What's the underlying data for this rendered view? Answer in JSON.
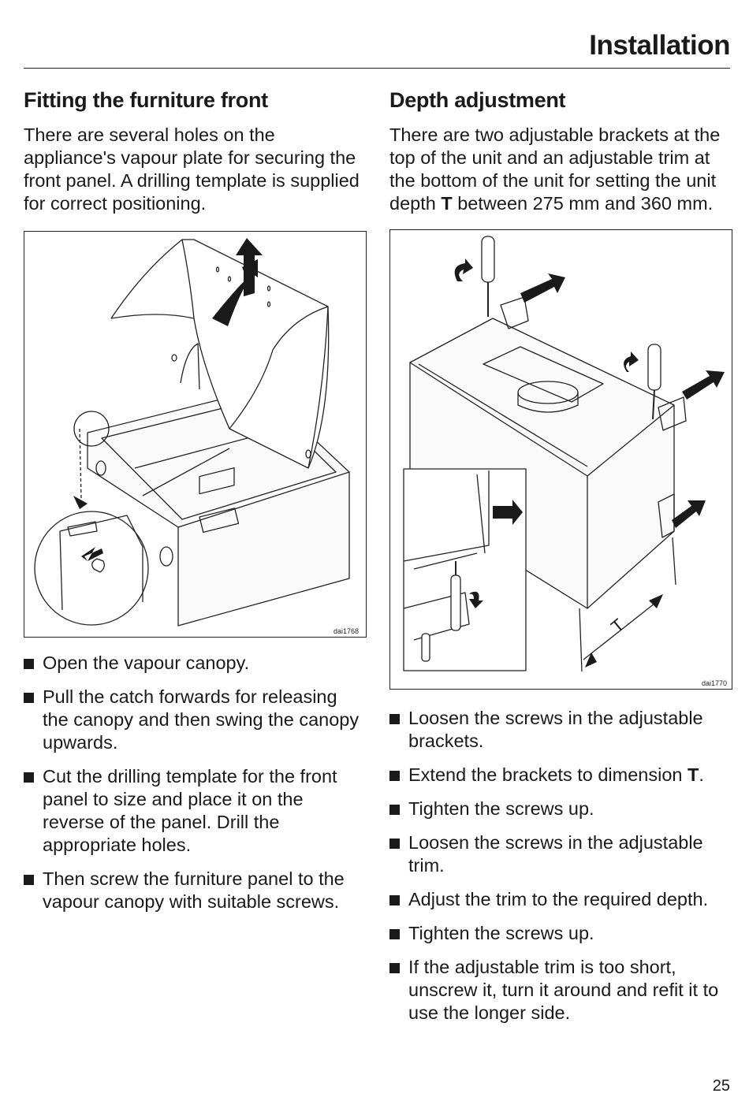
{
  "header": {
    "title": "Installation"
  },
  "left": {
    "heading": "Fitting the furniture front",
    "intro": "There are several holes on the appliance's vapour plate for securing the front panel. A drilling template is supplied for correct positioning.",
    "figure_code": "dai1768",
    "steps": [
      "Open the vapour canopy.",
      "Pull the catch forwards for releasing the canopy and then swing the canopy upwards.",
      "Cut the drilling template for the front panel to size and place it on the reverse of the panel. Drill the appropriate holes.",
      "Then screw the furniture panel to the vapour canopy with suitable screws."
    ]
  },
  "right": {
    "heading": "Depth adjustment",
    "intro_part1": "There are two adjustable brackets at the top of the unit and an adjustable trim at the bottom of the unit for setting the unit depth ",
    "intro_bold": "T",
    "intro_part2": " between 275 mm and 360 mm.",
    "figure_code": "dai1770",
    "dimension_label": "T",
    "steps": [
      "Loosen the screws in the adjustable brackets.",
      "Tighten the screws up.",
      "Loosen the screws in the adjustable trim.",
      "Adjust the trim to the required depth.",
      "Tighten the screws up.",
      "If the adjustable trim is too short, unscrew it, turn it around and refit it to use the longer side."
    ],
    "extend_step": {
      "text": "Extend the brackets to dimension ",
      "bold": "T",
      "end": "."
    }
  },
  "page_number": "25"
}
